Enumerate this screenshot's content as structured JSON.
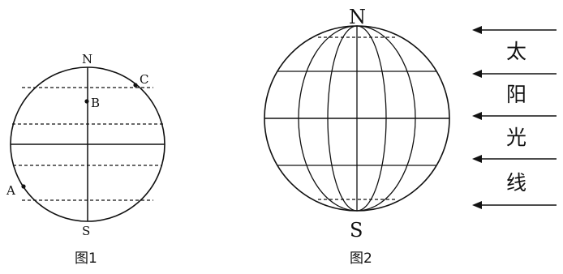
{
  "figure1": {
    "caption": "图1",
    "labels": {
      "north": "N",
      "south": "S",
      "point_a": "A",
      "point_b": "B",
      "point_c": "C"
    }
  },
  "figure2": {
    "caption": "图2",
    "labels": {
      "north": "N",
      "south": "S"
    },
    "sunlight_text": [
      "太",
      "阳",
      "光",
      "线"
    ]
  }
}
